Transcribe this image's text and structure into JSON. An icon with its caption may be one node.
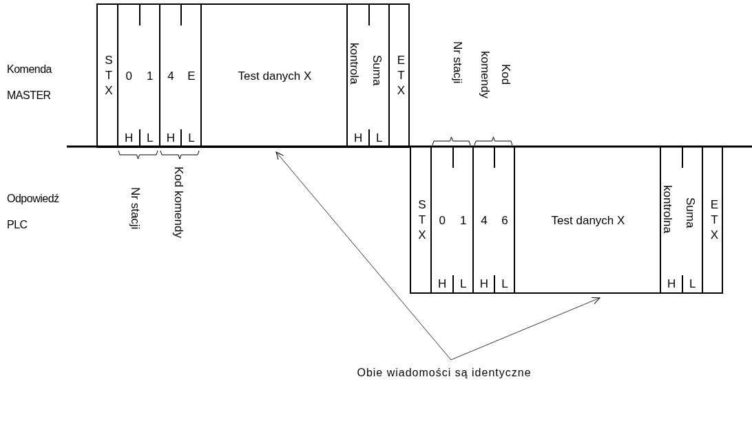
{
  "diagram": {
    "nodes": [
      {
        "text": [],
        "shape": "box"
      },
      {
        "text": [
          "STX"
        ],
        "in": 0
      },
      {
        "text": [
          "0",
          "1",
          "H",
          "L"
        ],
        "in": 0
      },
      {
        "text": [
          "4",
          "E",
          "H",
          "L"
        ],
        "in": 0
      },
      {
        "text": [
          "Test danych X"
        ],
        "in": 0
      },
      {
        "text": [
          "kontrola",
          "Suma",
          "H",
          "L"
        ],
        "in": 0
      },
      {
        "text": [
          "ETX"
        ],
        "in": 0
      },
      {
        "text": [],
        "shape": "box"
      },
      {
        "text": [
          "STX"
        ],
        "in": 7
      },
      {
        "text": [
          "0",
          "1",
          "H",
          "L"
        ],
        "in": 7
      },
      {
        "text": [
          "4",
          "6",
          "H",
          "L"
        ],
        "in": 7
      },
      {
        "text": [
          "Test danych X"
        ],
        "in": 7
      },
      {
        "text": [
          "kontrolna",
          "Suma",
          "H",
          "L"
        ],
        "in": 7
      },
      {
        "text": [
          "ETX"
        ],
        "in": 7
      },
      {
        "text": [
          "Obie wiadomości są identyczne"
        ]
      }
    ],
    "edges": [
      {
        "from": 14,
        "to": 4,
        "arrow": "to"
      },
      {
        "from": 14,
        "to": 11,
        "arrow": "to"
      }
    ],
    "labels": [
      "Komenda MASTER",
      "Nr stacji",
      "Kod komendy",
      "Odpowiedź PLC",
      "Nr stacji",
      "Kod komendy"
    ]
  }
}
